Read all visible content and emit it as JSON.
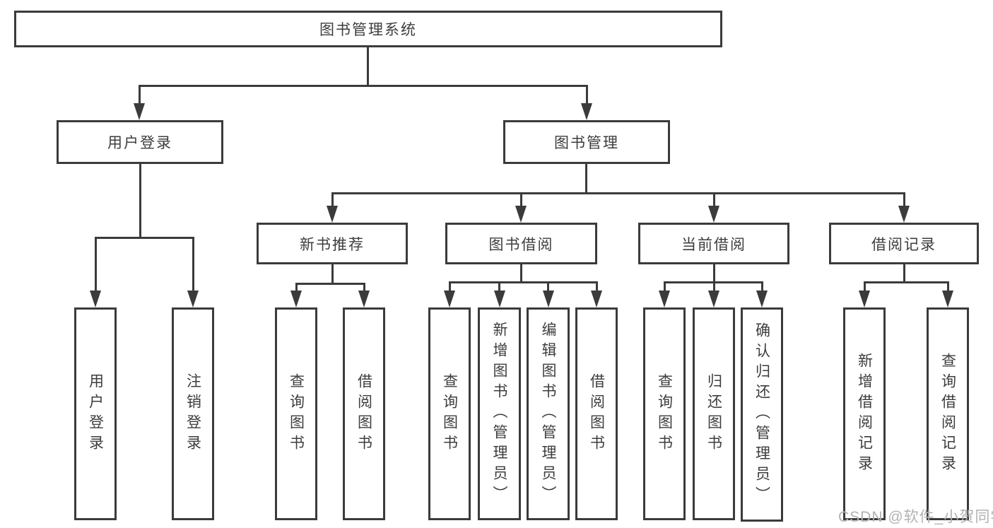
{
  "diagram": {
    "type": "hierarchy-tree",
    "colors": {
      "line": "#3b3b3b",
      "text": "#3d3d3d",
      "background": "#ffffff",
      "watermark": "#b2b2b2"
    },
    "nodes": {
      "root": "图书管理系统",
      "user_login": "用户登录",
      "book_mgmt": "图书管理",
      "new_book_rec": "新书推荐",
      "book_borrow": "图书借阅",
      "current_borrow": "当前借阅",
      "borrow_records": "借阅记录",
      "leaf_user_login": "用户登录",
      "leaf_logout": "注销登录",
      "leaf_rec_query": "查询图书",
      "leaf_rec_borrow": "借阅图书",
      "leaf_bb_query": "查询图书",
      "leaf_bb_add": "新增图书（管理员）",
      "leaf_bb_edit": "编辑图书（管理员）",
      "leaf_bb_borrow": "借阅图书",
      "leaf_cb_query": "查询图书",
      "leaf_cb_return": "归还图书",
      "leaf_cb_confirm": "确认归还（管理员）",
      "leaf_br_add": "新增借阅记录",
      "leaf_br_query": "查询借阅记录"
    },
    "edges": [
      [
        "图书管理系统",
        "用户登录"
      ],
      [
        "图书管理系统",
        "图书管理"
      ],
      [
        "用户登录",
        "用户登录(叶)"
      ],
      [
        "用户登录",
        "注销登录"
      ],
      [
        "图书管理",
        "新书推荐"
      ],
      [
        "图书管理",
        "图书借阅"
      ],
      [
        "图书管理",
        "当前借阅"
      ],
      [
        "图书管理",
        "借阅记录"
      ],
      [
        "新书推荐",
        "查询图书"
      ],
      [
        "新书推荐",
        "借阅图书"
      ],
      [
        "图书借阅",
        "查询图书"
      ],
      [
        "图书借阅",
        "新增图书（管理员）"
      ],
      [
        "图书借阅",
        "编辑图书（管理员）"
      ],
      [
        "图书借阅",
        "借阅图书"
      ],
      [
        "当前借阅",
        "查询图书"
      ],
      [
        "当前借阅",
        "归还图书"
      ],
      [
        "当前借阅",
        "确认归还（管理员）"
      ],
      [
        "借阅记录",
        "新增借阅记录"
      ],
      [
        "借阅记录",
        "查询借阅记录"
      ]
    ],
    "watermark": "CSDN @软件_小贺同学"
  }
}
